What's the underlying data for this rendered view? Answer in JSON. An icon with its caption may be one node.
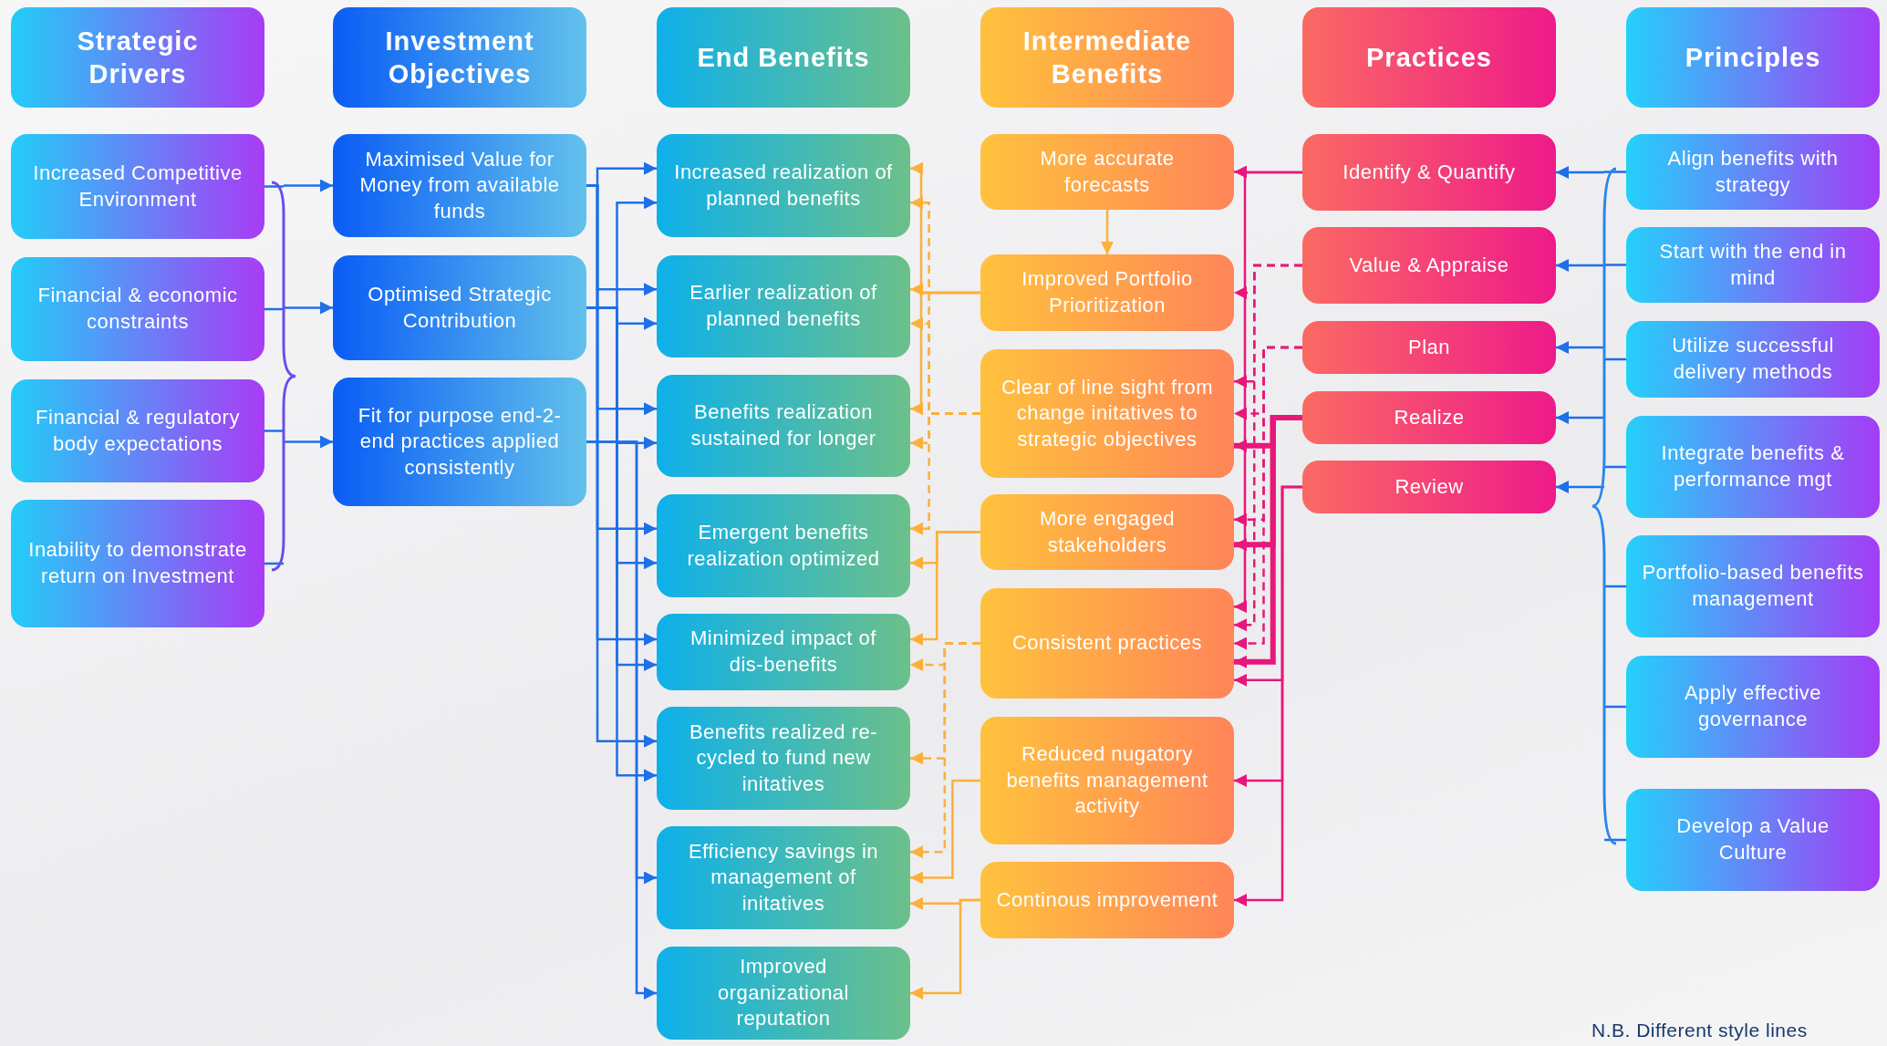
{
  "diagram": {
    "nodes": [
      {
        "text": [
          "Strategic Drivers"
        ]
      },
      {
        "text": [
          "Increased Competitive Environment"
        ]
      },
      {
        "text": [
          "Financial & economic constraints"
        ]
      },
      {
        "text": [
          "Financial & regulatory body expectations"
        ]
      },
      {
        "text": [
          "Inability to demonstrate return on Investment"
        ]
      },
      {
        "text": [],
        "shape": "bracket"
      },
      {
        "text": [
          "Investment Objectives"
        ]
      },
      {
        "text": [
          "Maximised Value for Money from available funds"
        ]
      },
      {
        "text": [
          "Optimised Strategic Contribution"
        ]
      },
      {
        "text": [
          "Fit for purpose end-2-end practices applied consistently"
        ]
      },
      {
        "text": [
          "End Benefits"
        ]
      },
      {
        "text": [
          "Increased realization of planned benefits"
        ]
      },
      {
        "text": [
          "Earlier realization of planned benefits"
        ]
      },
      {
        "text": [
          "Benefits realization sustained for longer"
        ]
      },
      {
        "text": [
          "Emergent benefits realization optimized"
        ]
      },
      {
        "text": [
          "Minimized impact of dis-benefits"
        ]
      },
      {
        "text": [
          "Benefits realized re-cycled to fund new initatives"
        ]
      },
      {
        "text": [
          "Efficiency savings in management of initatives"
        ]
      },
      {
        "text": [
          "Improved organizational reputation"
        ]
      },
      {
        "text": [
          "Intermediate Benefits"
        ]
      },
      {
        "text": [
          "More accurate forecasts"
        ]
      },
      {
        "text": [
          "Improved Portfolio Prioritization"
        ]
      },
      {
        "text": [
          "Clear of line sight from change initatives to strategic objectives"
        ]
      },
      {
        "text": [
          "More engaged stakeholders"
        ]
      },
      {
        "text": [
          "Consistent practices"
        ]
      },
      {
        "text": [
          "Reduced nugatory benefits management activity"
        ]
      },
      {
        "text": [
          "Continous improvement"
        ]
      },
      {
        "text": [
          "Practices"
        ]
      },
      {
        "text": [
          "Identify & Quantify"
        ]
      },
      {
        "text": [
          "Value & Appraise"
        ]
      },
      {
        "text": [
          "Plan"
        ]
      },
      {
        "text": [
          "Realize"
        ]
      },
      {
        "text": [
          "Review"
        ]
      },
      {
        "text": [],
        "shape": "bracket"
      },
      {
        "text": [
          "Principles"
        ]
      },
      {
        "text": [
          "Align benefits with strategy"
        ]
      },
      {
        "text": [
          "Start with the end in mind"
        ]
      },
      {
        "text": [
          "Utilize successful delivery methods"
        ]
      },
      {
        "text": [
          "Integrate benefits & performance mgt"
        ]
      },
      {
        "text": [
          "Portfolio-based benefits management"
        ]
      },
      {
        "text": [
          "Apply effective governance"
        ]
      },
      {
        "text": [
          "Develop a Value Culture"
        ]
      }
    ],
    "edges": [
      {
        "from": 1,
        "to": 5,
        "arrow": "none"
      },
      {
        "from": 2,
        "to": 5,
        "arrow": "none"
      },
      {
        "from": 3,
        "to": 5,
        "arrow": "none"
      },
      {
        "from": 4,
        "to": 5,
        "arrow": "none"
      },
      {
        "from": 5,
        "to": 7,
        "arrow": "to"
      },
      {
        "from": 5,
        "to": 8,
        "arrow": "to"
      },
      {
        "from": 5,
        "to": 9,
        "arrow": "to"
      },
      {
        "from": 7,
        "to": 11,
        "arrow": "to"
      },
      {
        "from": 7,
        "to": 12,
        "arrow": "to"
      },
      {
        "from": 7,
        "to": 13,
        "arrow": "to"
      },
      {
        "from": 7,
        "to": 14,
        "arrow": "to"
      },
      {
        "from": 7,
        "to": 15,
        "arrow": "to"
      },
      {
        "from": 7,
        "to": 16,
        "arrow": "to"
      },
      {
        "from": 8,
        "to": 11,
        "arrow": "to"
      },
      {
        "from": 8,
        "to": 12,
        "arrow": "to"
      },
      {
        "from": 8,
        "to": 13,
        "arrow": "to"
      },
      {
        "from": 8,
        "to": 14,
        "arrow": "to"
      },
      {
        "from": 8,
        "to": 15,
        "arrow": "to"
      },
      {
        "from": 8,
        "to": 16,
        "arrow": "to"
      },
      {
        "from": 9,
        "to": 17,
        "arrow": "to"
      },
      {
        "from": 9,
        "to": 18,
        "arrow": "to"
      },
      {
        "from": 20,
        "to": 21,
        "arrow": "to",
        "color": "#fbb03b"
      },
      {
        "from": 21,
        "to": 11,
        "arrow": "to",
        "color": "#fbb03b"
      },
      {
        "from": 21,
        "to": 12,
        "arrow": "to",
        "color": "#fbb03b"
      },
      {
        "from": 21,
        "to": 13,
        "arrow": "to",
        "color": "#fbb03b"
      },
      {
        "from": 22,
        "to": 11,
        "arrow": "to",
        "style": "dashed",
        "color": "#fbb03b"
      },
      {
        "from": 22,
        "to": 12,
        "arrow": "to",
        "style": "dashed",
        "color": "#fbb03b"
      },
      {
        "from": 22,
        "to": 13,
        "arrow": "to",
        "style": "dashed",
        "color": "#fbb03b"
      },
      {
        "from": 22,
        "to": 14,
        "arrow": "to",
        "style": "dashed",
        "color": "#fbb03b"
      },
      {
        "from": 23,
        "to": 14,
        "arrow": "to",
        "color": "#fbb03b"
      },
      {
        "from": 23,
        "to": 15,
        "arrow": "to",
        "color": "#fbb03b"
      },
      {
        "from": 24,
        "to": 15,
        "arrow": "to",
        "style": "dashed",
        "color": "#fbb03b"
      },
      {
        "from": 24,
        "to": 16,
        "arrow": "to",
        "style": "dashed",
        "color": "#fbb03b"
      },
      {
        "from": 24,
        "to": 17,
        "arrow": "to",
        "style": "dashed",
        "color": "#fbb03b"
      },
      {
        "from": 25,
        "to": 17,
        "arrow": "to",
        "color": "#fbb03b"
      },
      {
        "from": 26,
        "to": 17,
        "arrow": "to",
        "color": "#fbb03b"
      },
      {
        "from": 26,
        "to": 18,
        "arrow": "to",
        "color": "#fbb03b"
      },
      {
        "from": 28,
        "to": 20,
        "arrow": "to",
        "color": "#e8177a"
      },
      {
        "from": 28,
        "to": 24,
        "arrow": "to",
        "color": "#e8177a"
      },
      {
        "from": 29,
        "to": 21,
        "arrow": "to",
        "style": "dashed",
        "color": "#e8177a"
      },
      {
        "from": 29,
        "to": 22,
        "arrow": "to",
        "style": "dashed",
        "color": "#e8177a"
      },
      {
        "from": 29,
        "to": 24,
        "arrow": "to",
        "style": "dashed",
        "color": "#e8177a"
      },
      {
        "from": 30,
        "to": 22,
        "arrow": "to",
        "style": "dashed",
        "color": "#e8177a"
      },
      {
        "from": 30,
        "to": 23,
        "arrow": "to",
        "style": "dashed",
        "color": "#e8177a"
      },
      {
        "from": 30,
        "to": 24,
        "arrow": "to",
        "style": "dashed",
        "color": "#e8177a"
      },
      {
        "from": 31,
        "to": 22,
        "arrow": "to",
        "style": "thick",
        "color": "#e8177a"
      },
      {
        "from": 31,
        "to": 23,
        "arrow": "to",
        "style": "thick",
        "color": "#e8177a"
      },
      {
        "from": 31,
        "to": 24,
        "arrow": "to",
        "style": "thick",
        "color": "#e8177a"
      },
      {
        "from": 32,
        "to": 24,
        "arrow": "to",
        "color": "#e8177a"
      },
      {
        "from": 32,
        "to": 25,
        "arrow": "to",
        "color": "#e8177a"
      },
      {
        "from": 32,
        "to": 26,
        "arrow": "to",
        "color": "#e8177a"
      },
      {
        "from": 35,
        "to": 33,
        "arrow": "none"
      },
      {
        "from": 36,
        "to": 33,
        "arrow": "none"
      },
      {
        "from": 37,
        "to": 33,
        "arrow": "none"
      },
      {
        "from": 38,
        "to": 33,
        "arrow": "none"
      },
      {
        "from": 39,
        "to": 33,
        "arrow": "none"
      },
      {
        "from": 40,
        "to": 33,
        "arrow": "none"
      },
      {
        "from": 41,
        "to": 33,
        "arrow": "none"
      },
      {
        "from": 33,
        "to": 28,
        "arrow": "to"
      },
      {
        "from": 33,
        "to": 29,
        "arrow": "to"
      },
      {
        "from": 33,
        "to": 30,
        "arrow": "to"
      },
      {
        "from": 33,
        "to": 31,
        "arrow": "to"
      },
      {
        "from": 33,
        "to": 32,
        "arrow": "to"
      }
    ],
    "labels": [
      "N.B. Different style lines"
    ]
  }
}
